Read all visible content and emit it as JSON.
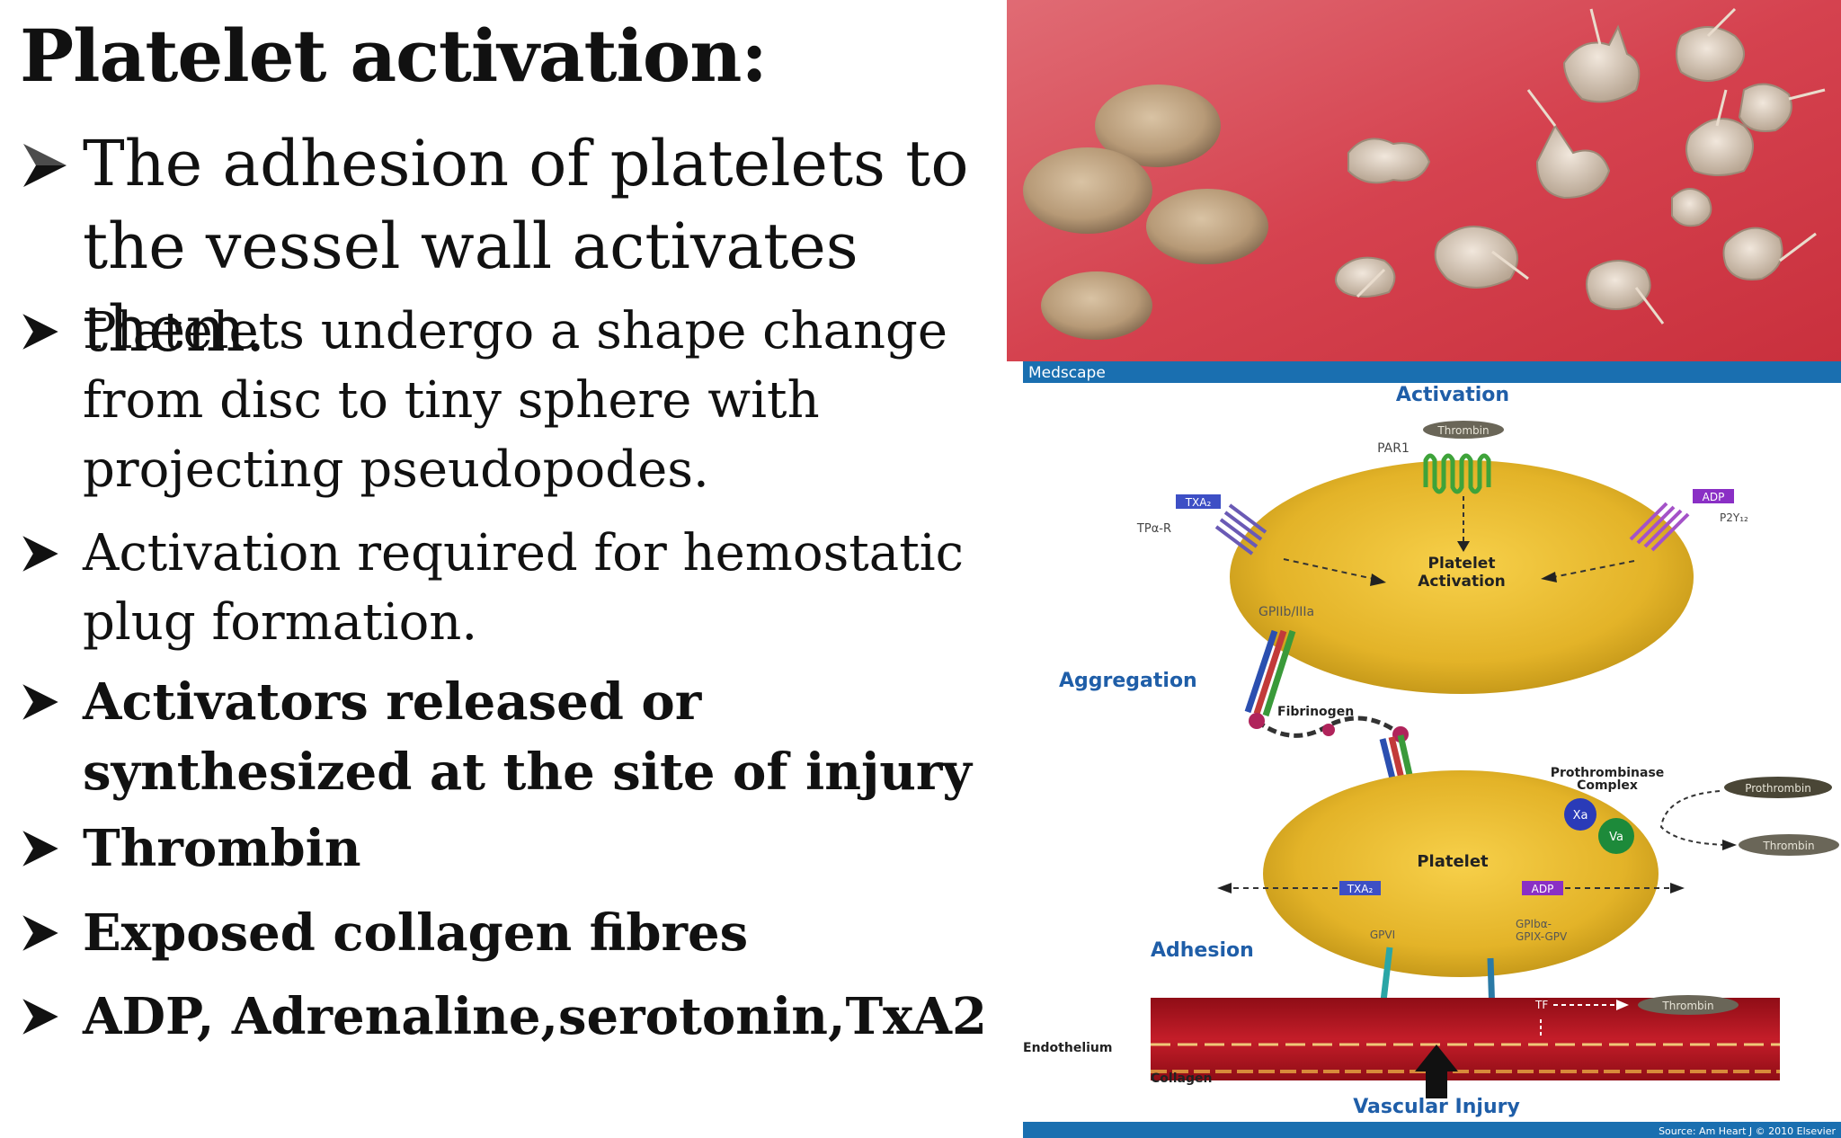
{
  "slide": {
    "title": "Platelet activation:",
    "bullets": [
      {
        "lines": [
          "The adhesion of platelets to",
          "the vessel wall activates them."
        ]
      },
      {
        "lines": [
          "Platelets undergo a shape change",
          "from disc to tiny sphere  with",
          "projecting  pseudopodes."
        ]
      },
      {
        "lines": [
          "Activation required for  hemostatic",
          "plug formation."
        ]
      },
      {
        "lines": [
          "Activators released or",
          "synthesized at the site of injury"
        ]
      },
      {
        "lines": [
          "Thrombin"
        ]
      },
      {
        "lines": [
          "Exposed collagen  fibres"
        ]
      },
      {
        "lines": [
          "ADP, Adrenaline,serotonin,TxA2"
        ]
      }
    ]
  },
  "diagram": {
    "brand": "Medscape",
    "activation": "Activation",
    "thrombin_top": "Thrombin",
    "par1": "PAR1",
    "txa2": "TXA₂",
    "tpr": "TPα-R",
    "adp": "ADP",
    "p2y12": "P2Y₁₂",
    "platelet_activation_1": "Platelet",
    "platelet_activation_2": "Activation",
    "gpiib": "GPIIb/IIIa",
    "aggregation": "Aggregation",
    "fibrinogen": "Fibrinogen",
    "prothrombinase_1": "Prothrombinase",
    "prothrombinase_2": "Complex",
    "prothrombin": "Prothrombin",
    "xa": "Xa",
    "va": "Va",
    "thrombin_right": "Thrombin",
    "platelet": "Platelet",
    "txa2_lower": "TXA₂",
    "adp_lower": "ADP",
    "gpvi": "GPVI",
    "gpib_1": "GPIbα-",
    "gpib_2": "GPIX-GPV",
    "adhesion": "Adhesion",
    "tf": "TF",
    "thrombin_bottom": "Thrombin",
    "endothelium": "Endothelium",
    "collagen": "Collagen",
    "vascular_injury": "Vascular Injury",
    "source": "Source: Am Heart J © 2010 Elsevier"
  },
  "colors": {
    "photo_bg": "#d9525f",
    "platelet_yellow": "#e8b92e",
    "label_blue": "#1f5ea8",
    "header_bar": "#1a6fb0",
    "vessel_red": "#b51621"
  }
}
